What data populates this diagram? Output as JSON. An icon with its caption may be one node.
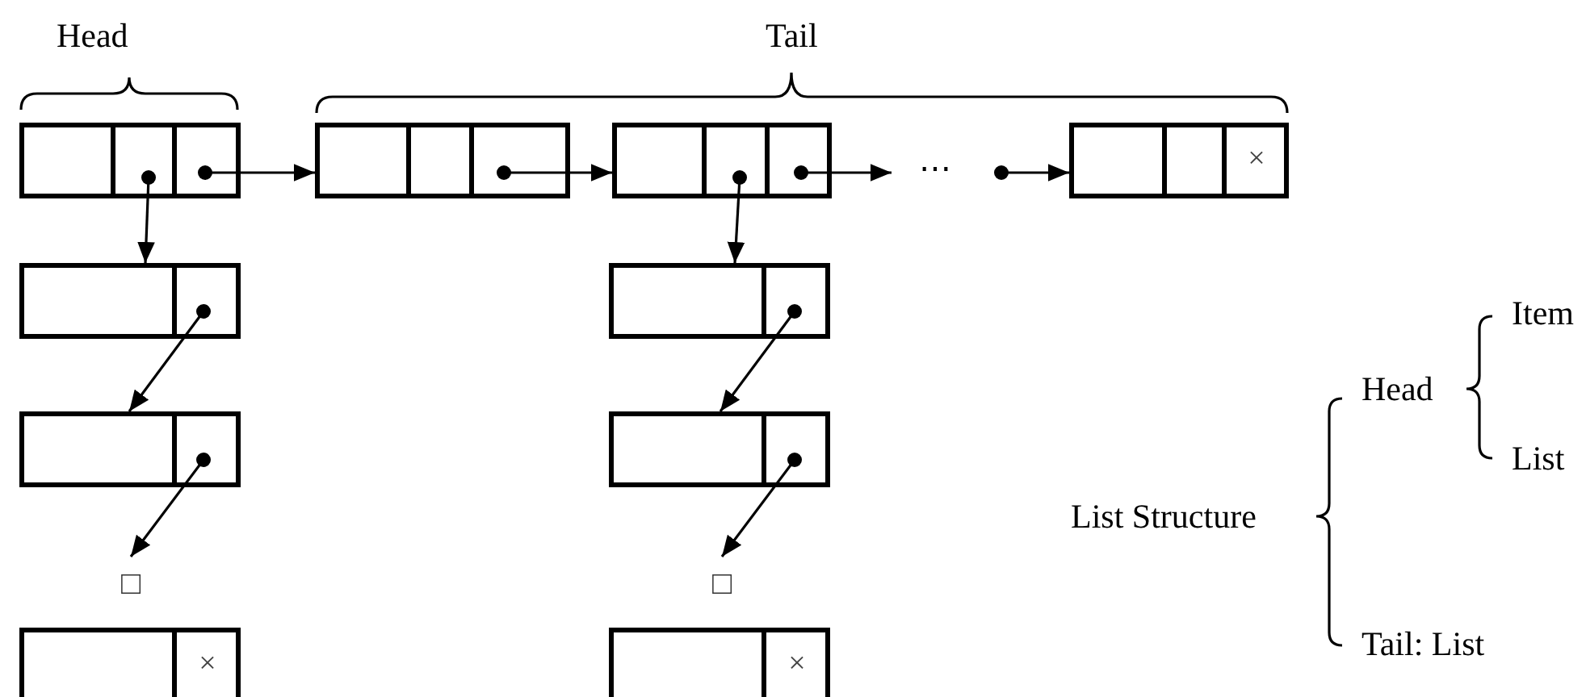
{
  "diagram": {
    "nodes": [
      {
        "text": [],
        "shape": "box"
      },
      {
        "text": [],
        "shape": "box"
      },
      {
        "text": [],
        "shape": "box"
      },
      {
        "text": [
          "⋯"
        ]
      },
      {
        "text": [
          "×"
        ]
      },
      {
        "text": [],
        "shape": "box"
      },
      {
        "text": [],
        "shape": "box"
      },
      {
        "text": [
          "□"
        ]
      },
      {
        "text": [
          "×"
        ]
      },
      {
        "text": [],
        "shape": "box"
      },
      {
        "text": [],
        "shape": "box"
      },
      {
        "text": [
          "□"
        ]
      },
      {
        "text": [
          "×"
        ]
      }
    ],
    "edges": [
      {
        "from": 0,
        "to": 5,
        "arrow": "to"
      },
      {
        "from": 0,
        "to": 1,
        "arrow": "to"
      },
      {
        "from": 1,
        "to": 2,
        "arrow": "to"
      },
      {
        "from": 2,
        "to": 9,
        "arrow": "to"
      },
      {
        "from": 2,
        "to": 3,
        "arrow": "to"
      },
      {
        "from": 3,
        "to": 4,
        "arrow": "to"
      },
      {
        "from": 5,
        "to": 6,
        "arrow": "to"
      },
      {
        "from": 6,
        "to": 7,
        "arrow": "to"
      },
      {
        "from": 9,
        "to": 10,
        "arrow": "to"
      },
      {
        "from": 10,
        "to": 11,
        "arrow": "to"
      }
    ],
    "labels": [
      "Head",
      "Tail",
      "Item",
      "Head",
      "List",
      "List Structure",
      "Tail: List"
    ]
  }
}
